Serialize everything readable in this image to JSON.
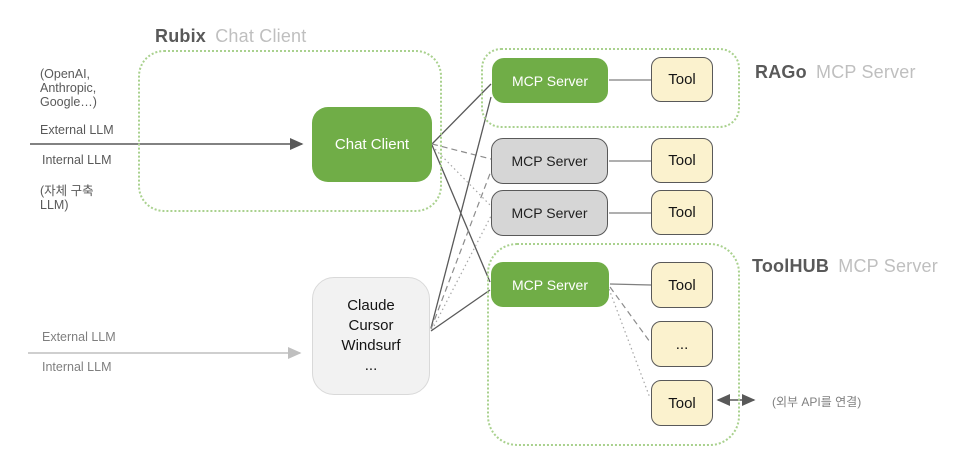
{
  "titles": {
    "rubix": {
      "bold": "Rubix",
      "light": "Chat Client"
    },
    "rago": {
      "bold": "RAGo",
      "light": "MCP Server"
    },
    "toolhub": {
      "bold": "ToolHUB",
      "light": "MCP Server"
    }
  },
  "left_labels": {
    "providers": "(OpenAI,\nAnthropic,\nGoogle…)",
    "external_llm_top": "External LLM",
    "internal_llm_top": "Internal LLM",
    "self_built_llm": "(자체 구축\nLLM)",
    "external_llm_bottom": "External LLM",
    "internal_llm_bottom": "Internal LLM"
  },
  "nodes": {
    "chat_client": "Chat Client",
    "claude_client": "Claude\nCursor\nWindsurf\n...",
    "rago_mcp": "MCP Server",
    "rago_tool": "Tool",
    "gray1_mcp": "MCP Server",
    "gray1_tool": "Tool",
    "gray2_mcp": "MCP Server",
    "gray2_tool": "Tool",
    "toolhub_mcp": "MCP Server",
    "toolhub_tool1": "Tool",
    "toolhub_more": "...",
    "toolhub_tool2": "Tool"
  },
  "annotations": {
    "external_api": "(외부 API를 연결)"
  },
  "colors": {
    "green": "#70AD47",
    "green_dotted_border": "#A9D18E",
    "tool_fill": "#FBF2CE",
    "gray_fill": "#D6D6D6",
    "claude_fill": "#F2F2F2",
    "dark_text": "#595959",
    "light_text": "#BFBFBF",
    "dark_line": "#595959",
    "light_line": "#BFBFBF",
    "dashed_line": "#8C8C8C",
    "dotted_line": "#A6A6A6"
  }
}
